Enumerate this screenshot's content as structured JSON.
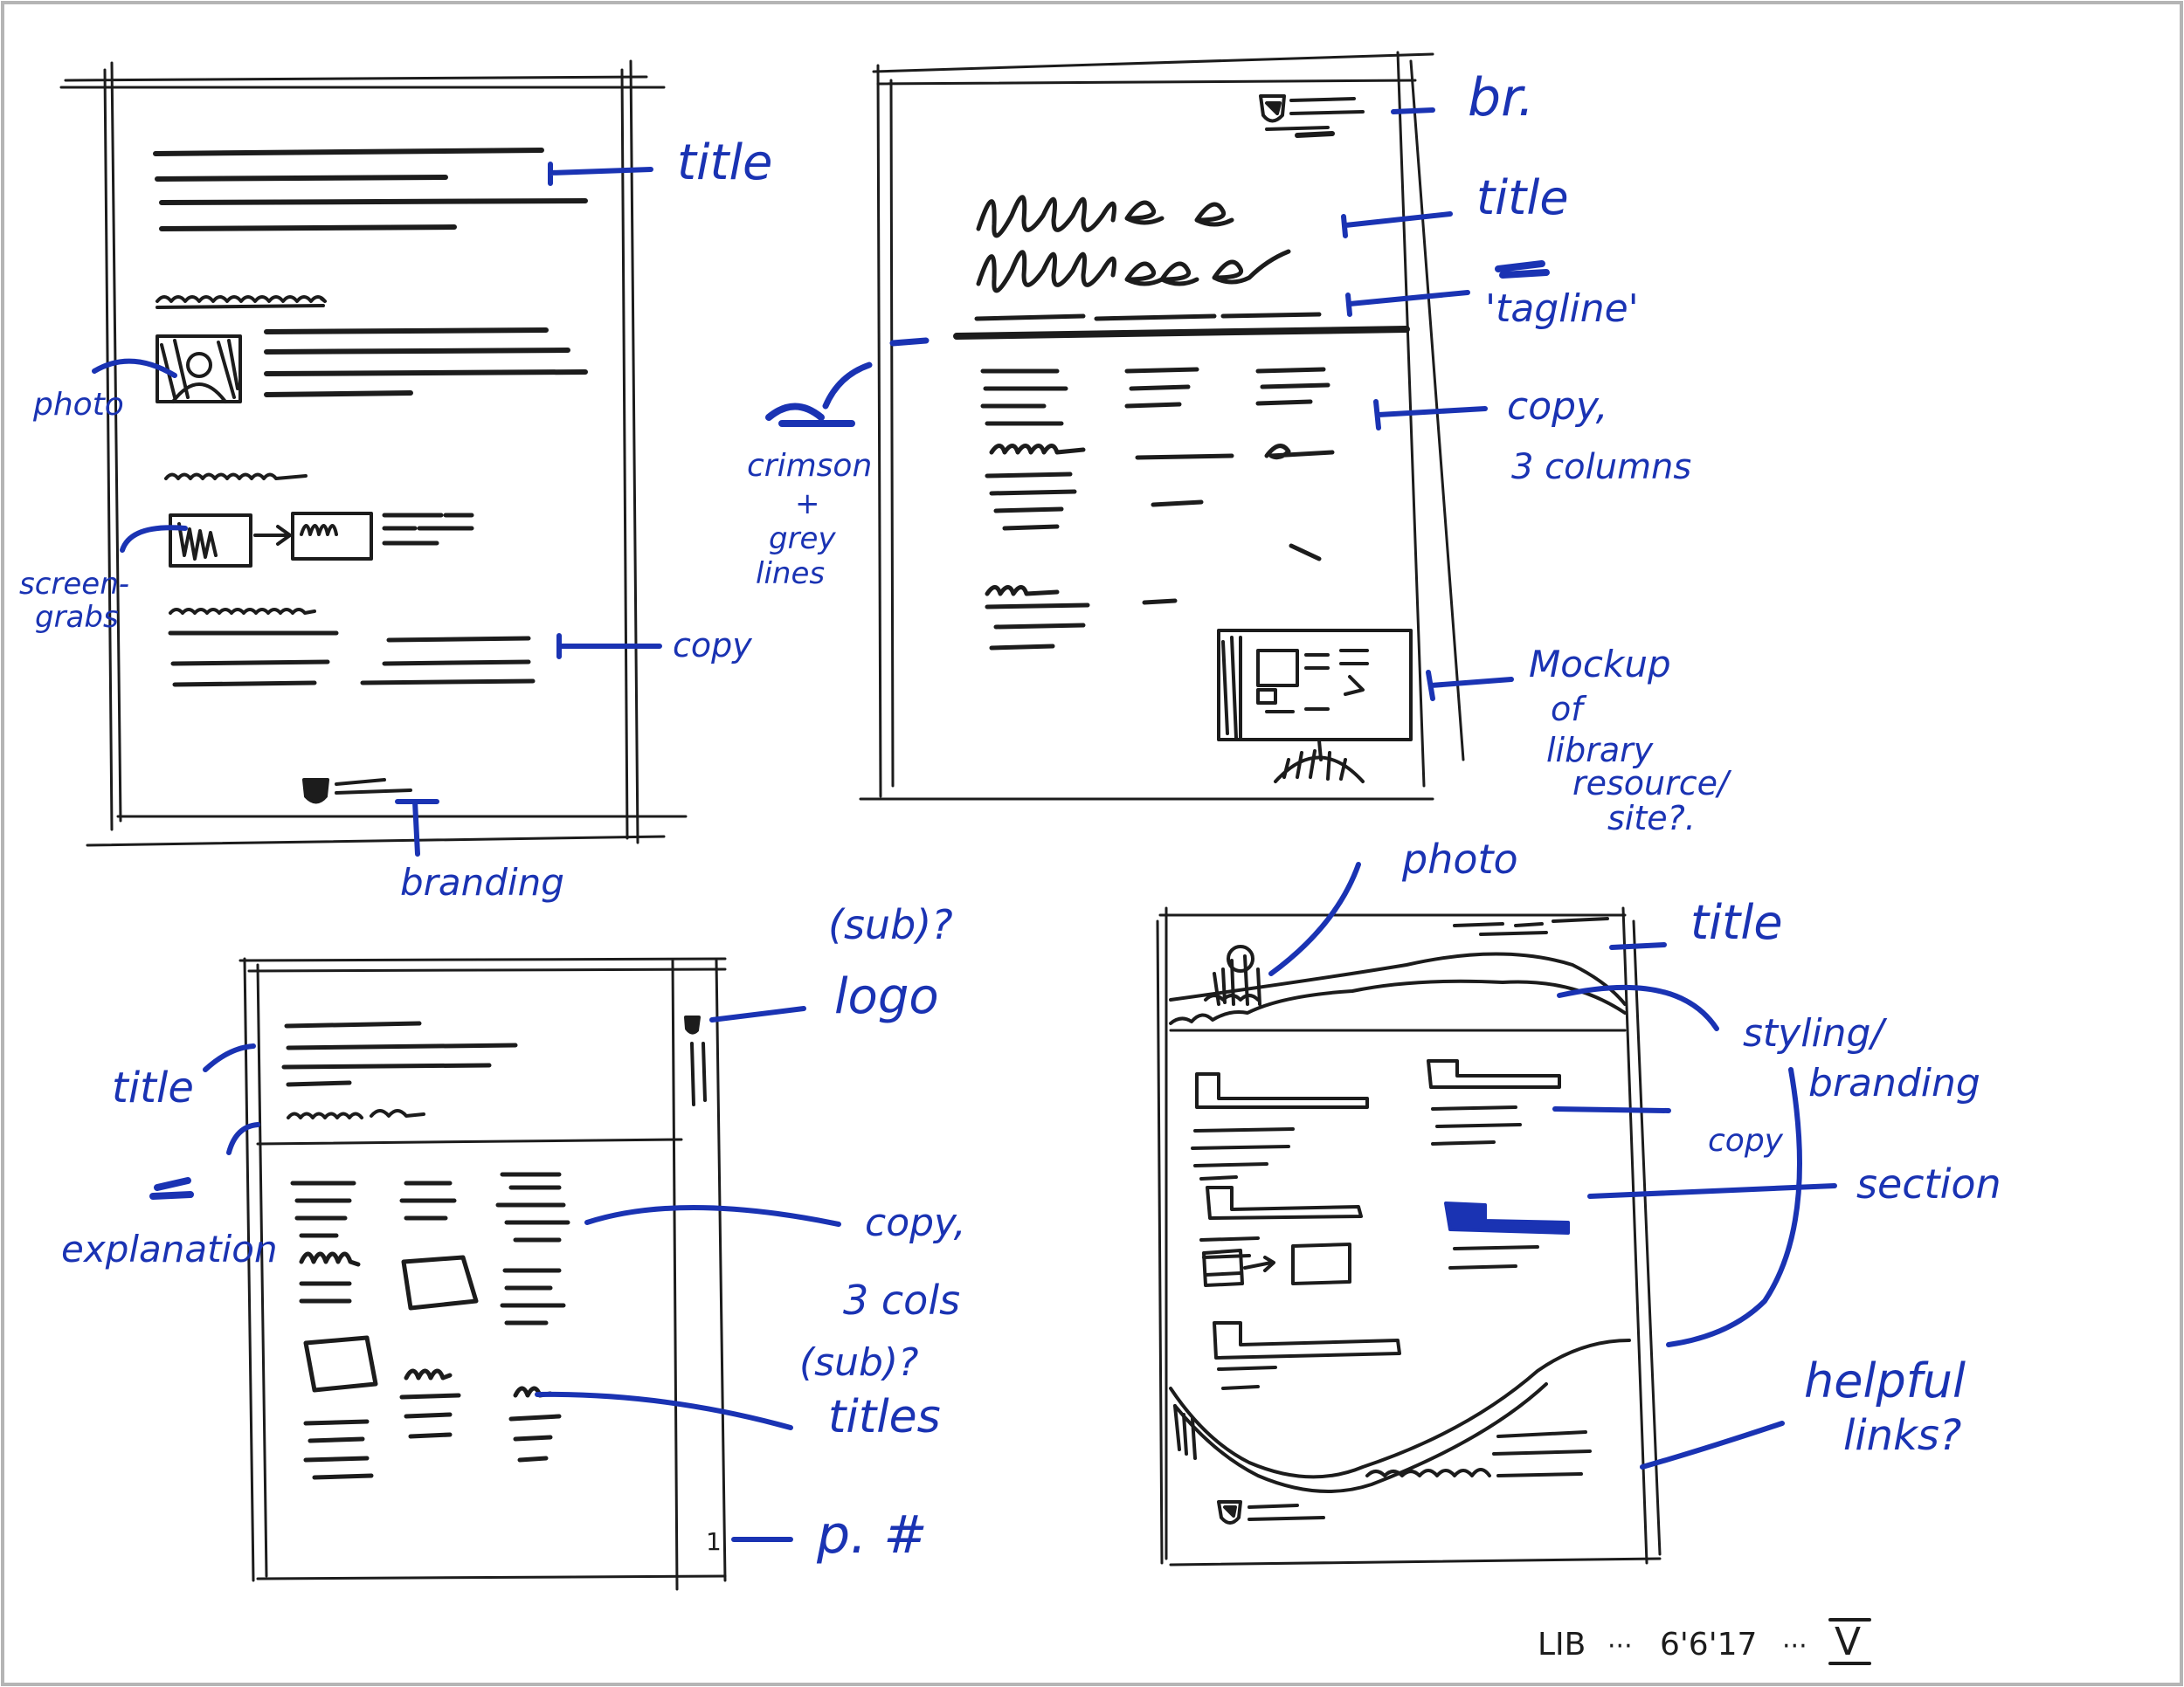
{
  "sketches": [
    {
      "id": "top-left",
      "annotations": {
        "title": "title",
        "photo": "photo",
        "screengrabs_1": "screen-",
        "screengrabs_2": "grabs",
        "copy": "copy",
        "branding": "branding"
      }
    },
    {
      "id": "top-right",
      "annotations": {
        "branding": "br.",
        "title": "title",
        "tagline": "'tagline'",
        "crimson_1": "crimson",
        "crimson_2": "+",
        "crimson_3": "grey",
        "crimson_4": "lines",
        "copy_1": "copy,",
        "copy_2": "3 columns",
        "mockup_1": "Mockup",
        "mockup_2": "of",
        "mockup_3": "library",
        "mockup_4": "resource/",
        "mockup_5": "site?."
      }
    },
    {
      "id": "bottom-left",
      "annotations": {
        "logo_1": "(sub)?",
        "logo_2": "logo",
        "title": "title",
        "explanation": "explanation",
        "copy_1": "copy,",
        "copy_2": "3 cols",
        "subtitles_1": "(sub)?",
        "subtitles_2": "titles",
        "page_number": "p. #",
        "page_number_mark": "1"
      }
    },
    {
      "id": "bottom-right",
      "annotations": {
        "photo": "photo",
        "title": "title",
        "styling_1": "styling/",
        "styling_2": "branding",
        "copy": "copy",
        "section": "section",
        "links_1": "helpful",
        "links_2": "links?"
      }
    }
  ],
  "footer": {
    "code": "LIB",
    "sep1": "···",
    "date": "6'6'17",
    "sep2": "···",
    "version": "V"
  },
  "colors": {
    "ink": "#1c1c1c",
    "annotation": "#1a33b3",
    "border": "#b5b5b5"
  }
}
